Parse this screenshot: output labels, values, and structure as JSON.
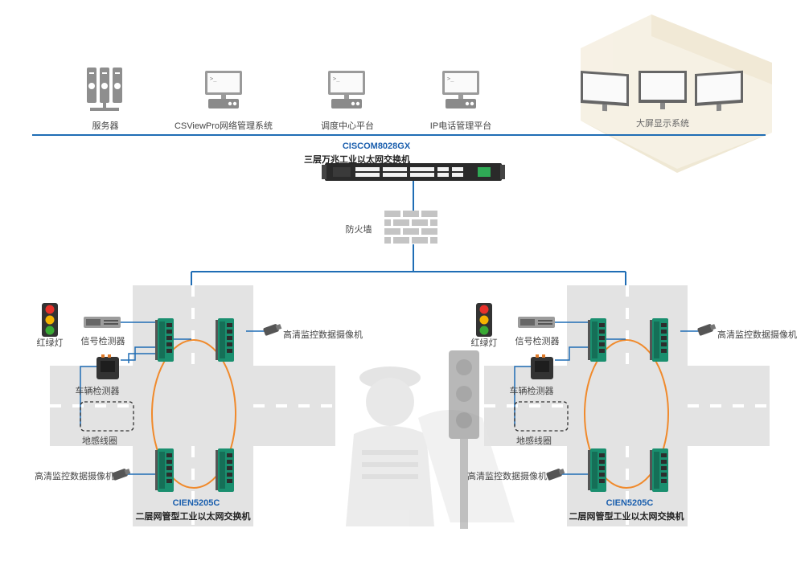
{
  "top": {
    "servers": {
      "label": "服务器",
      "icon": "server-rack-icon"
    },
    "nms": {
      "label": "CSViewPro网络管理系统",
      "icon": "workstation-icon"
    },
    "dispatch": {
      "label": "调度中心平台",
      "icon": "workstation-icon"
    },
    "ipphone": {
      "label": "IP电话管理平台",
      "icon": "workstation-icon"
    },
    "bigscreen": {
      "label": "大屏显示系统",
      "icon": "monitor-wall-icon"
    }
  },
  "core_switch": {
    "model": "CISCOM8028GX",
    "desc": "三层万兆工业以太网交换机",
    "icon": "rack-switch-icon"
  },
  "firewall": {
    "label": "防火墙",
    "icon": "brick-wall-icon"
  },
  "left": {
    "traffic_light": "红绿灯",
    "signal_detector": "信号检测器",
    "vehicle_detector": "车辆检测器",
    "loop_coil": "地感线圈",
    "camera_top": "高清监控数据摄像机",
    "camera_bottom": "高清监控数据摄像机",
    "switch_model": "CIEN5205C",
    "switch_desc": "二层网管型工业以太网交换机"
  },
  "right": {
    "traffic_light": "红绿灯",
    "signal_detector": "信号检测器",
    "vehicle_detector": "车辆检测器",
    "loop_coil": "地感线圈",
    "camera_top": "高清监控数据摄像机",
    "camera_bottom": "高清监控数据摄像机",
    "switch_model": "CIEN5205C",
    "switch_desc": "二层网管型工业以太网交换机"
  },
  "colors": {
    "bus_line": "#1f6db5",
    "ring": "#f08a2c",
    "road": "#e3e3e3",
    "switch_green": "#1a8f6f",
    "label_blue": "#1b5fae",
    "traffic_red": "#e8312a",
    "traffic_yellow": "#f5b300",
    "traffic_green": "#3aaa35"
  }
}
